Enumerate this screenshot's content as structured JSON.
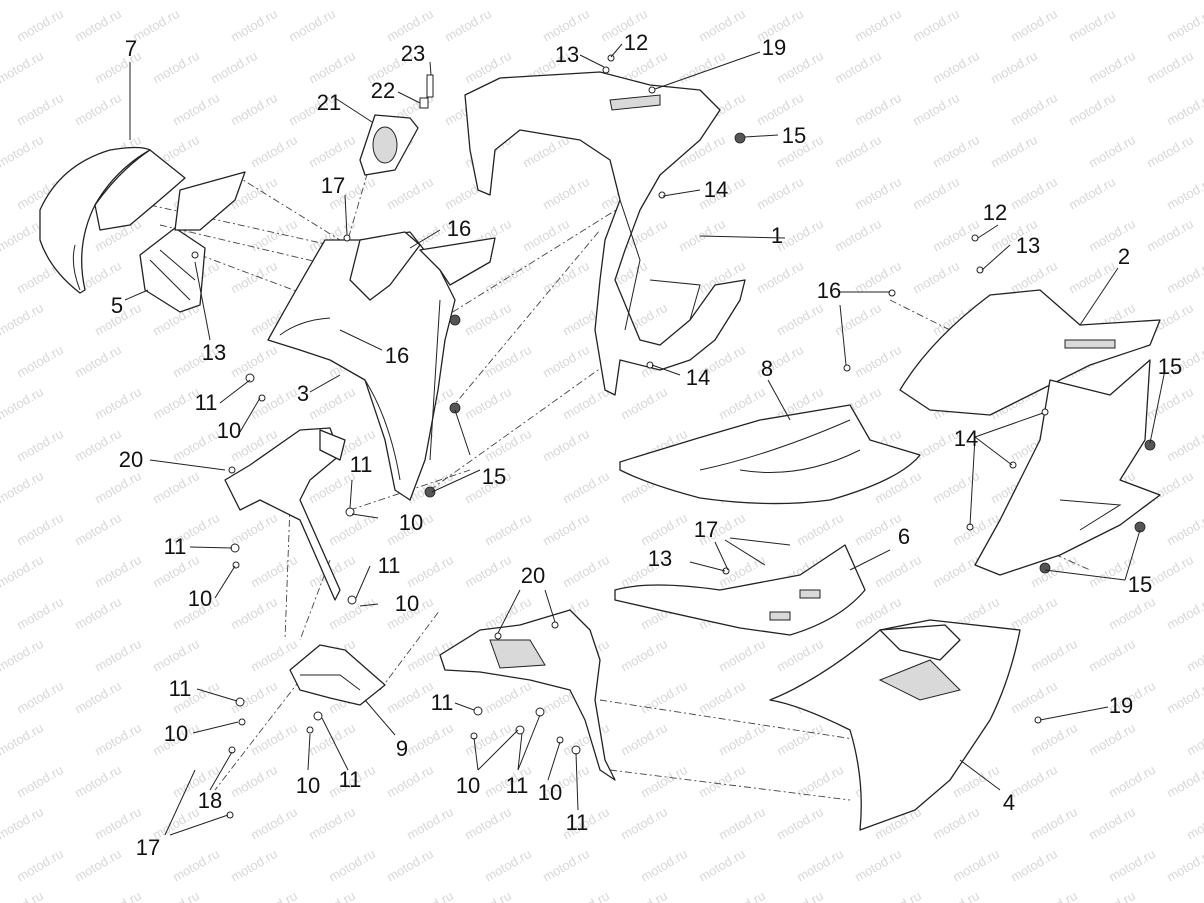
{
  "watermark": "motod.ru",
  "callouts": [
    "1",
    "2",
    "3",
    "4",
    "5",
    "6",
    "7",
    "8",
    "9",
    "10",
    "11",
    "12",
    "13",
    "14",
    "15",
    "16",
    "17",
    "18",
    "19",
    "20",
    "21",
    "22",
    "23"
  ]
}
